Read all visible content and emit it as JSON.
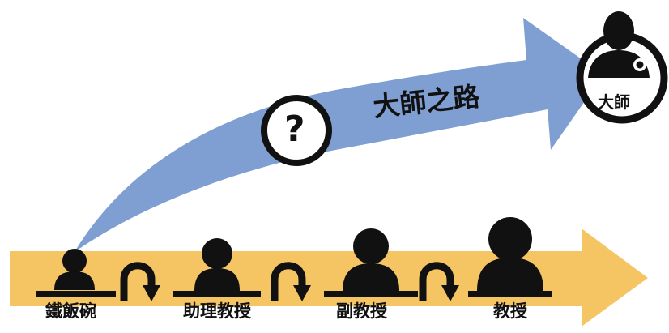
{
  "diagram": {
    "path_title": "大師之路",
    "goal_label": "大師",
    "question_symbol": "?",
    "stages": [
      {
        "label": "鐵飯碗"
      },
      {
        "label": "助理教授"
      },
      {
        "label": "副教授"
      },
      {
        "label": "教授"
      }
    ],
    "colors": {
      "curve_arrow": "#7f9fd3",
      "ground_arrow": "#f6c563",
      "ink": "#111111"
    }
  }
}
